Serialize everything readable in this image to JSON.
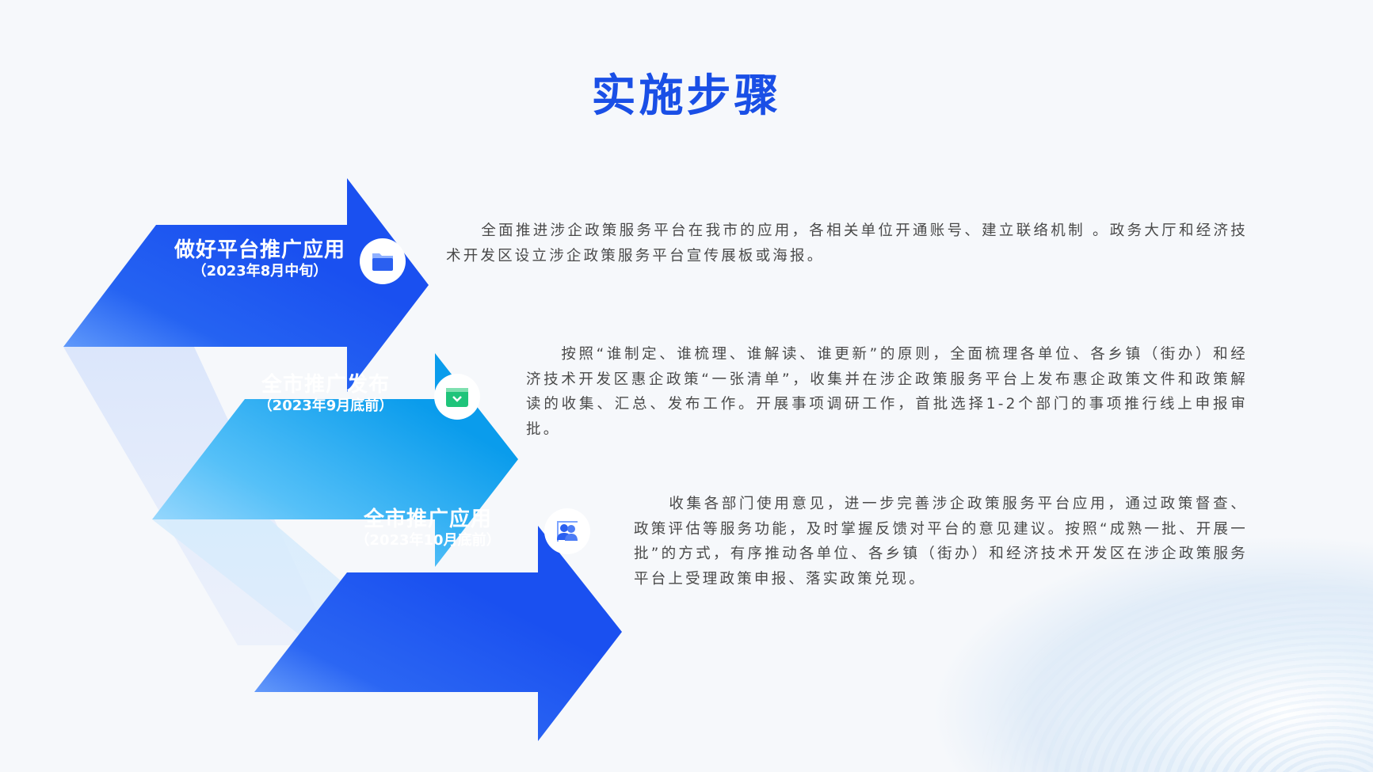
{
  "title": "实施步骤",
  "colors": {
    "title": "#1a4fe6",
    "arrow_blue": "#1b55f0",
    "arrow_cyan": "#0aa0ee",
    "text": "#4a4a4a"
  },
  "steps": [
    {
      "title": "做好平台推广应用",
      "date": "（2023年8月中旬）",
      "icon": "folder-icon",
      "description": "全面推进涉企政策服务平台在我市的应用，各相关单位开通账号、建立联络机制 。政务大厅和经济技术开发区设立涉企政策服务平台宣传展板或海报。"
    },
    {
      "title": "全市推广发布",
      "date": "（2023年9月底前）",
      "icon": "calendar-check-icon",
      "description": "按照“谁制定、谁梳理、谁解读、谁更新”的原则，全面梳理各单位、各乡镇（街办）和经济技术开发区惠企政策“一张清单”，收集并在涉企政策服务平台上发布惠企政策文件和政策解读的收集、汇总、发布工作。开展事项调研工作，首批选择1-2个部门的事项推行线上申报审批。"
    },
    {
      "title": "全市推广应用",
      "date": "（2023年10月底前）",
      "icon": "users-icon",
      "description": "收集各部门使用意见，进一步完善涉企政策服务平台应用，通过政策督查、政策评估等服务功能，及时掌握反馈对平台的意见建议。按照“成熟一批、开展一批”的方式，有序推动各单位、各乡镇（街办）和经济技术开发区在涉企政策服务平台上受理政策申报、落实政策兑现。"
    }
  ]
}
